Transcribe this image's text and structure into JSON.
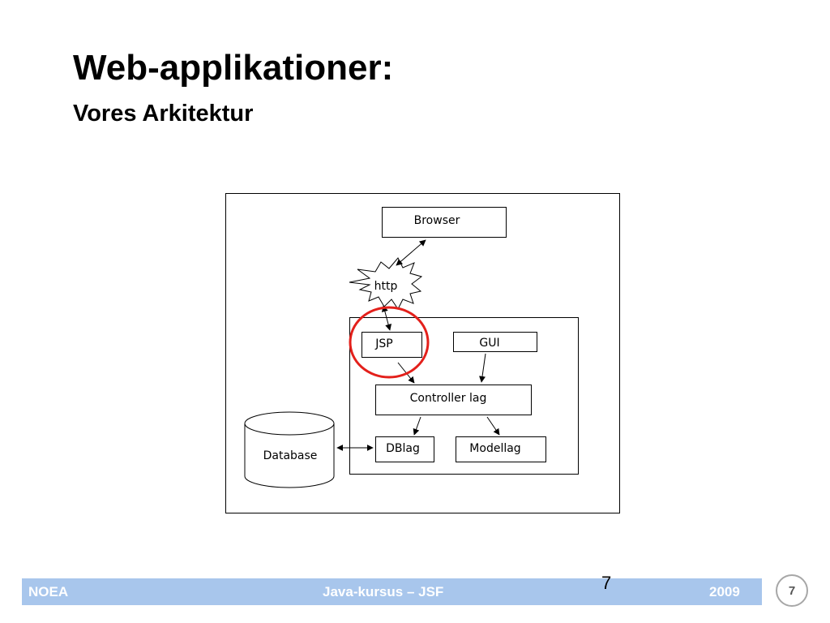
{
  "slide": {
    "title": "Web-applikationer:",
    "subtitle": "Vores Arkitektur"
  },
  "diagram": {
    "nodes": {
      "browser": "Browser",
      "http": "http",
      "jsp": "JSP",
      "gui": "GUI",
      "controller": "Controller lag",
      "dblag": "DBlag",
      "modellag": "Modellag",
      "database": "Database"
    },
    "highlight_color": "#e3201b"
  },
  "footer": {
    "left": "NOEA",
    "center": "Java-kursus – JSF",
    "right": "2009",
    "slide_number": "7",
    "page_badge": "7",
    "bar_color": "#a8c6ec"
  }
}
